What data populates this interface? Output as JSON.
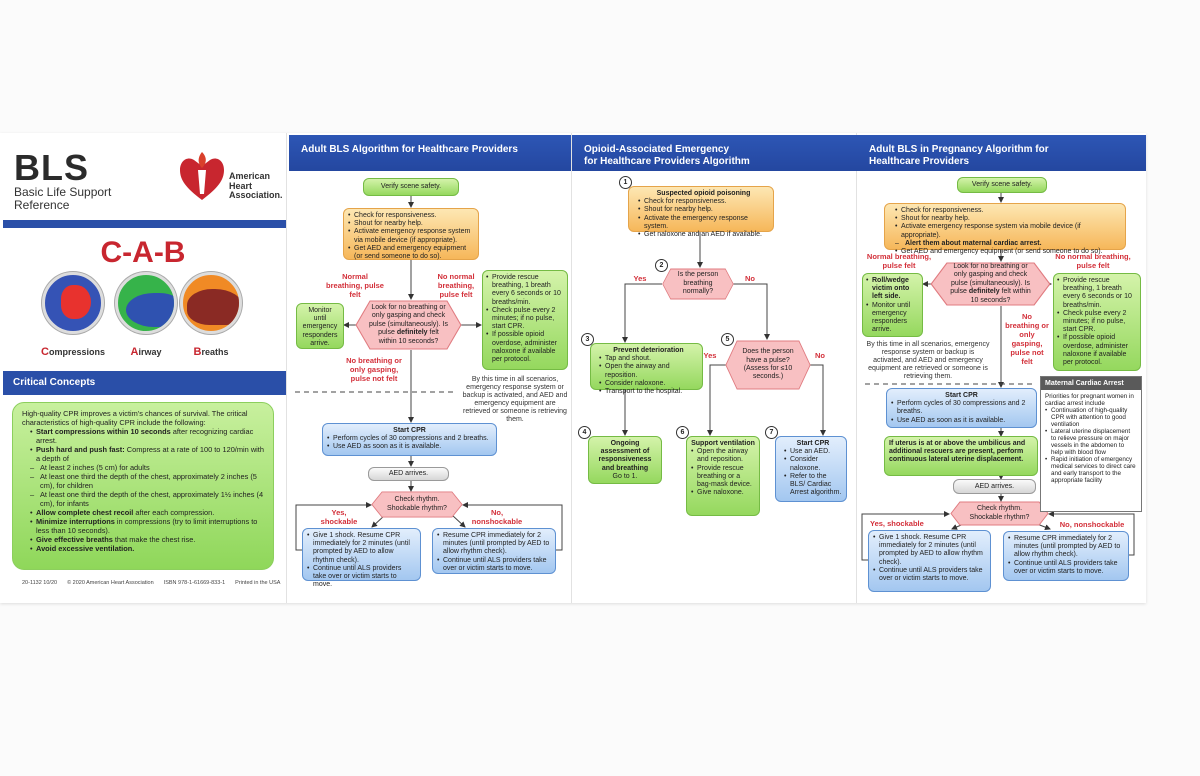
{
  "cover": {
    "title": "BLS",
    "subtitle_line1": "Basic Life Support",
    "subtitle_line2": "Reference",
    "org_line1": "American",
    "org_line2": "Heart",
    "org_line3": "Association.",
    "cab": "C-A-B",
    "steps": [
      {
        "letter": "C",
        "rest": "ompressions"
      },
      {
        "letter": "A",
        "rest": "irway"
      },
      {
        "letter": "B",
        "rest": "reaths"
      }
    ],
    "critical_title": "Critical Concepts",
    "intro": "High-quality CPR improves a victim's chances of survival. The critical characteristics of high-quality CPR include the following:",
    "items": [
      {
        "b": "Start compressions within 10 seconds",
        "t": " after recognizing cardiac arrest."
      },
      {
        "b": "Push hard and push fast:",
        "t": " Compress at a rate of 100 to 120/min with a depth of"
      },
      {
        "sub": true,
        "t": "At least 2 inches (5 cm) for adults"
      },
      {
        "sub": true,
        "t": "At least one third the depth of the chest, approximately 2 inches (5 cm), for children"
      },
      {
        "sub": true,
        "t": "At least one third the depth of the chest, approximately 1½ inches (4 cm), for infants"
      },
      {
        "b": "Allow complete chest recoil",
        "t": " after each compression."
      },
      {
        "b": "Minimize interruptions",
        "t": " in compressions (try to limit interruptions to less than 10 seconds)."
      },
      {
        "b": "Give effective breaths",
        "t": " that make the chest rise."
      },
      {
        "b": "Avoid excessive ventilation.",
        "t": ""
      }
    ],
    "footer": {
      "code": "20-1132   10/20",
      "copyright": "© 2020 American Heart Association",
      "isbn": "ISBN 978-1-61669-833-1",
      "printed": "Printed in the USA"
    },
    "colors": {
      "brand_red": "#c8262f",
      "header_blue": "#2a4fa8",
      "concept_green": "#9fdc6a"
    }
  },
  "adult": {
    "title": "Adult BLS Algorithm for Healthcare Providers",
    "verify": "Verify scene safety.",
    "check": [
      "Check for responsiveness.",
      "Shout for nearby help.",
      "Activate emergency response system via mobile device (if appropriate).",
      "Get AED and emergency equipment (or send someone to do so)."
    ],
    "normal_label": "Normal breathing, pulse felt",
    "no_normal_label": "No normal breathing, pulse felt",
    "look": {
      "pre": "Look for no breathing or only gasping and check pulse (simultaneously). Is pulse ",
      "b": "definitely",
      "post": " felt within 10 seconds?"
    },
    "monitor": "Monitor until emergency responders arrive.",
    "rescue": [
      "Provide rescue breathing, 1 breath every 6 seconds or 10 breaths/min.",
      "Check pulse every 2 minutes; if no pulse, start CPR.",
      "If possible opioid overdose, administer naloxone if available per protocol."
    ],
    "no_breathing_label": "No breathing or only gasping, pulse not felt",
    "note": "By this time in all scenarios, emergency response system or backup is activated, and AED and emergency equipment are retrieved or someone is retrieving them.",
    "cpr_title": "Start CPR",
    "cpr": [
      "Perform cycles of 30 compressions and 2 breaths.",
      "Use AED as soon as it is available."
    ],
    "aed": "AED arrives.",
    "rhythm": "Check rhythm. Shockable rhythm?",
    "yes_label": "Yes, shockable",
    "no_label": "No, nonshockable",
    "shock": [
      "Give 1 shock. Resume CPR immediately for 2 minutes (until prompted by AED to allow rhythm check).",
      "Continue until ALS providers take over or victim starts to move."
    ],
    "noshock": [
      "Resume CPR immediately for 2 minutes (until prompted by AED to allow rhythm check).",
      "Continue until ALS providers take over or victim starts to move."
    ]
  },
  "opioid": {
    "title_line1": "Opioid-Associated Emergency",
    "title_line2": "for Healthcare Providers Algorithm",
    "s1_num": "1",
    "s1_title": "Suspected opioid poisoning",
    "s1": [
      "Check for responsiveness.",
      "Shout for nearby help.",
      "Activate the emergency response system.",
      "Get naloxone and an AED if available."
    ],
    "s2_num": "2",
    "s2": "Is the person breathing normally?",
    "yes": "Yes",
    "no": "No",
    "s3_num": "3",
    "s3_title": "Prevent deterioration",
    "s3": [
      "Tap and shout.",
      "Open the airway and reposition.",
      "Consider naloxone.",
      "Transport to the hospital."
    ],
    "s4_num": "4",
    "s4_title": "Ongoing assessment of responsiveness and breathing",
    "s4_text": "Go to 1.",
    "s5_num": "5",
    "s5": "Does the person have a pulse? (Assess for ≤10 seconds.)",
    "s6_num": "6",
    "s6_title": "Support ventilation",
    "s6": [
      "Open the airway and reposition.",
      "Provide rescue breathing or a bag-mask device.",
      "Give naloxone."
    ],
    "s7_num": "7",
    "s7_title": "Start CPR",
    "s7": [
      "Use an AED.",
      "Consider naloxone.",
      "Refer to the BLS/ Cardiac Arrest algorithm."
    ]
  },
  "pregnancy": {
    "title_line1": "Adult BLS in Pregnancy Algorithm for",
    "title_line2": "Healthcare Providers",
    "verify": "Verify scene safety.",
    "check": [
      {
        "t": "Check for responsiveness."
      },
      {
        "t": "Shout for nearby help."
      },
      {
        "t": "Activate emergency response system via mobile device (if appropriate)."
      },
      {
        "sub": true,
        "b": "Alert them about maternal cardiac arrest.",
        "t": ""
      },
      {
        "t": "Get AED and emergency equipment (or send someone to do so)."
      }
    ],
    "normal_label": "Normal breathing, pulse felt",
    "no_normal_label": "No normal breathing, pulse felt",
    "look": {
      "pre": "Look for no breathing or only gasping and check pulse (simultaneously). Is pulse ",
      "b": "definitely",
      "post": " felt within 10 seconds?"
    },
    "left": [
      {
        "b": "Roll/wedge victim onto left side.",
        "t": ""
      },
      {
        "t": "Monitor until emergency responders arrive."
      }
    ],
    "rescue": [
      "Provide rescue breathing, 1 breath every 6 seconds or 10 breaths/min.",
      "Check pulse every 2 minutes; if no pulse, start CPR.",
      "If possible opioid overdose, administer naloxone if available per protocol."
    ],
    "no_breathing_label": "No breathing or only gasping, pulse not felt",
    "note": "By this time in all scenarios, emergency response system or backup is activated, and AED and emergency equipment are retrieved or someone is retrieving them.",
    "cpr_title": "Start CPR",
    "cpr": [
      "Perform cycles of 30 compressions and 2 breaths.",
      "Use AED as soon as it is available."
    ],
    "uterus": "If uterus is at or above the umbilicus and additional rescuers are present, perform continuous lateral uterine displacement.",
    "aed": "AED arrives.",
    "rhythm": "Check rhythm. Shockable rhythm?",
    "yes_label": "Yes, shockable",
    "no_label": "No, nonshockable",
    "shock": [
      "Give 1 shock. Resume CPR immediately for 2 minutes (until prompted by AED to allow rhythm check).",
      "Continue until ALS providers take over or victim starts to move."
    ],
    "noshock": [
      "Resume CPR immediately for 2 minutes (until prompted by AED to allow rhythm check).",
      "Continue until ALS providers take over or victim starts to move."
    ],
    "maternal_title": "Maternal Cardiac Arrest",
    "maternal_intro": "Priorities for pregnant women in cardiac arrest include",
    "maternal": [
      "Continuation of high-quality CPR with attention to good ventilation",
      "Lateral uterine displacement to relieve pressure on major vessels in the abdomen to help with blood flow",
      "Rapid initiation of emergency medical services to direct care and early transport to the appropriate facility"
    ]
  }
}
